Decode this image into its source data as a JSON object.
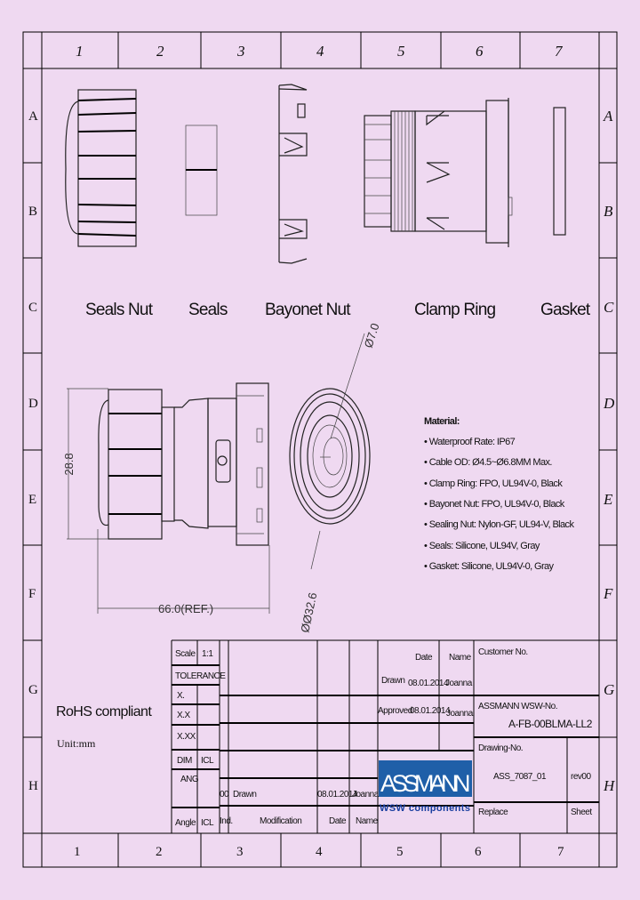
{
  "grid": {
    "columns": [
      "1",
      "2",
      "3",
      "4",
      "5",
      "6",
      "7"
    ],
    "rows": [
      "A",
      "B",
      "C",
      "D",
      "E",
      "F",
      "G",
      "H"
    ]
  },
  "parts": {
    "seals_nut": "Seals Nut",
    "seals": "Seals",
    "bayonet_nut": "Bayonet Nut",
    "clamp_ring": "Clamp Ring",
    "gasket": "Gasket"
  },
  "dimensions": {
    "height": "28.8",
    "length": "66.0(REF.)",
    "inner_dia": "Ø7.0",
    "outer_dia": "ØØ32.6"
  },
  "material": {
    "title": "Material:",
    "items": [
      "• Waterproof Rate: IP67",
      "• Cable OD: Ø4.5~Ø6.8MM Max.",
      "• Clamp Ring: FPO, UL94V-0, Black",
      "• Bayonet Nut: FPO, UL94V-0, Black",
      "• Sealing Nut: Nylon-GF, UL94-V, Black",
      "• Seals: Silicone, UL94V, Gray",
      "• Gasket: Silicone, UL94V-0, Gray"
    ]
  },
  "notes": {
    "rohs": "RoHS compliant",
    "unit": "Unit:mm"
  },
  "title_block": {
    "scale_label": "Scale",
    "scale_value": "1:1",
    "tolerance": "TOLERANCE",
    "tol_x": "X.",
    "tol_xx": "X.X",
    "tol_xxx": "X.XX",
    "dim_label": "DIM",
    "dim_value": "ICL",
    "ang_label": "ANG",
    "angle_label": "Angle",
    "angle_value": "ICL",
    "rev_mark": "00",
    "drawn_row_label": "Drawn",
    "drawn_row_date": "08.01.2014",
    "drawn_row_name": "Joanna",
    "index_label": "Ind.",
    "modification_label": "Modification",
    "mod_date_label": "Date",
    "mod_name_label": "Name",
    "date_header": "Date",
    "name_header": "Name",
    "drawn_label": "Drawn",
    "drawn_date": "08.01.2014",
    "drawn_name": "Joanna",
    "approved_label": "Approved",
    "approved_date": "08.01.2014",
    "approved_name": "Joanna",
    "customer_no_label": "Customer No.",
    "wsw_no_label": "ASSMANN WSW-No.",
    "wsw_no_value": "A-FB-00BLMA-LL2",
    "drawing_no_label": "Drawing-No.",
    "drawing_no_value": "ASS_7087_01",
    "rev": "rev00",
    "replace_label": "Replace",
    "sheet_label": "Sheet",
    "logo_main": "ASSMANN",
    "logo_sub": "WSW components"
  },
  "colors": {
    "background": "#efd9f1",
    "logo_blue": "#1f5fa8",
    "logo_sub_blue": "#1a3fa0"
  }
}
